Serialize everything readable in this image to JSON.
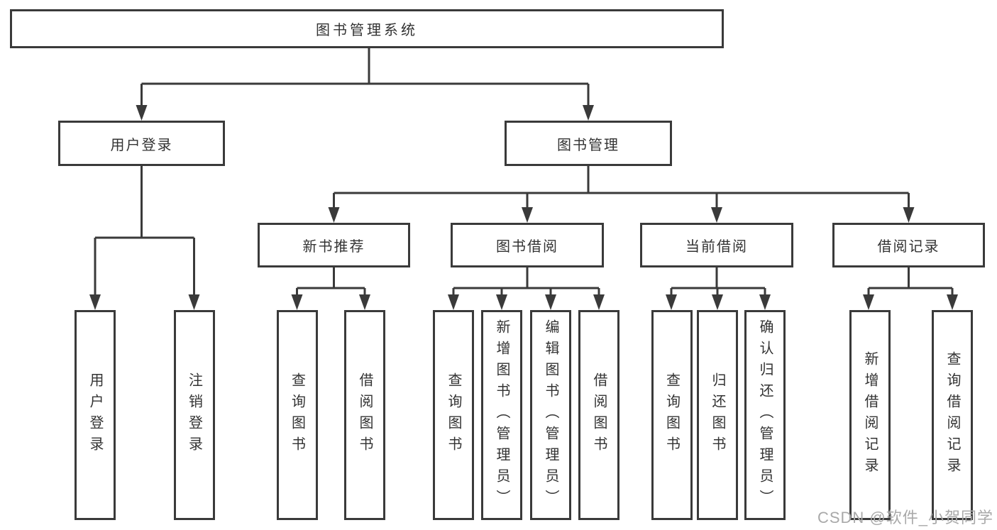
{
  "colors": {
    "background": "#ffffff",
    "line": "#3a3a3a",
    "box_border": "#3a3a3a",
    "text": "#333333",
    "watermark": "#a9a9a9"
  },
  "diagram": {
    "root": {
      "label": "图书管理系统"
    },
    "branches": [
      {
        "label": "用户登录",
        "children": [
          {
            "label": "用户登录"
          },
          {
            "label": "注销登录"
          }
        ]
      },
      {
        "label": "图书管理",
        "sections": [
          {
            "label": "新书推荐",
            "children": [
              {
                "label": "查询图书"
              },
              {
                "label": "借阅图书"
              }
            ]
          },
          {
            "label": "图书借阅",
            "children": [
              {
                "label": "查询图书"
              },
              {
                "label": "新增图书（管理员）"
              },
              {
                "label": "编辑图书（管理员）"
              },
              {
                "label": "借阅图书"
              }
            ]
          },
          {
            "label": "当前借阅",
            "children": [
              {
                "label": "查询图书"
              },
              {
                "label": "归还图书"
              },
              {
                "label": "确认归还（管理员）"
              }
            ]
          },
          {
            "label": "借阅记录",
            "children": [
              {
                "label": "新增借阅记录"
              },
              {
                "label": "查询借阅记录"
              }
            ]
          }
        ]
      }
    ]
  },
  "watermark": {
    "text": "CSDN @软件_小贺同学"
  }
}
